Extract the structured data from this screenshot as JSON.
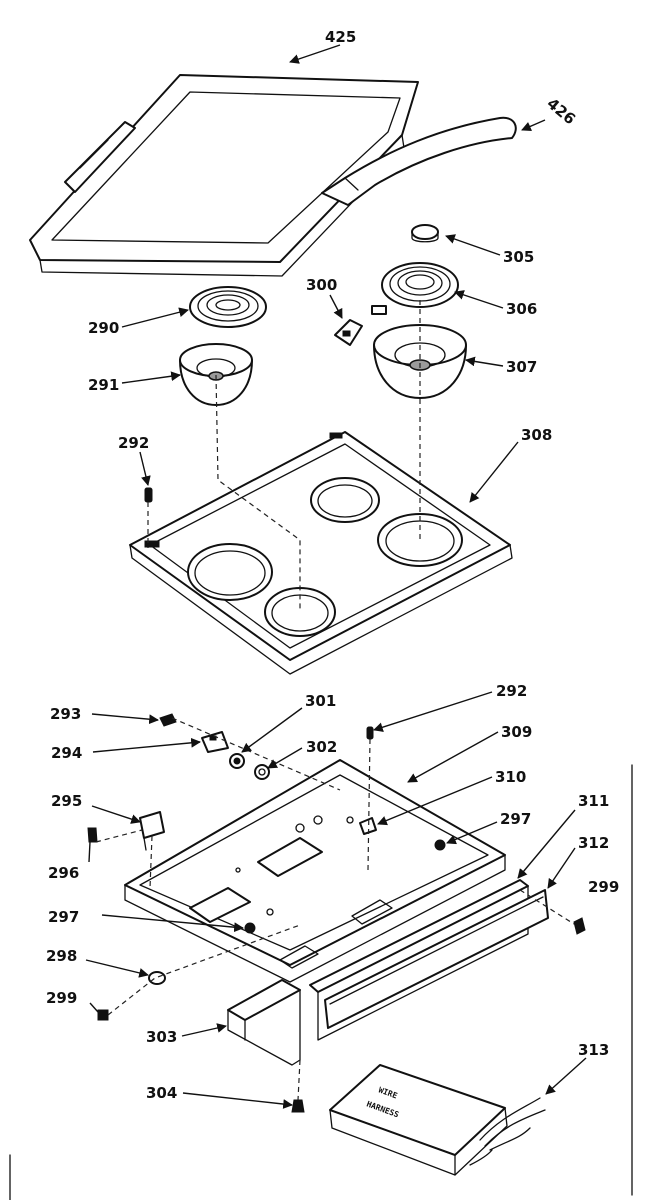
{
  "labels": {
    "p425": "425",
    "p426": "426",
    "p305": "305",
    "p306": "306",
    "p307": "307",
    "p300": "300",
    "p290": "290",
    "p291": "291",
    "p292a": "292",
    "p308": "308",
    "p293": "293",
    "p301": "301",
    "p292b": "292",
    "p294": "294",
    "p302": "302",
    "p309": "309",
    "p310": "310",
    "p311": "311",
    "p295": "295",
    "p297a": "297",
    "p312": "312",
    "p296": "296",
    "p299a": "299",
    "p297b": "297",
    "p298": "298",
    "p299b": "299",
    "p303": "303",
    "p313": "313",
    "p304": "304"
  },
  "harness_text": {
    "line1": "WIRE",
    "line2": "HARNESS"
  }
}
